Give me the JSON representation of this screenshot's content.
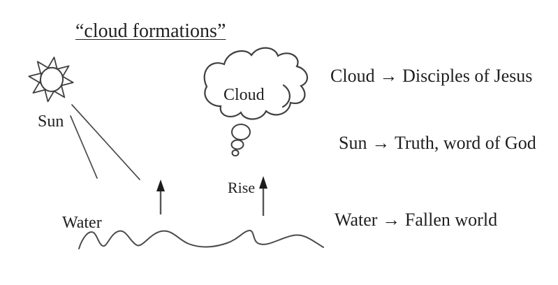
{
  "title": "“cloud formations”",
  "diagram": {
    "sun_label": "Sun",
    "cloud_label": "Cloud",
    "rise_label": "Rise",
    "water_label": "Water"
  },
  "legend": {
    "arrow": "→",
    "items": [
      {
        "symbol": "Cloud",
        "meaning": "Disciples of Jesus"
      },
      {
        "symbol": "Sun",
        "meaning": "Truth, word of God"
      },
      {
        "symbol": "Water",
        "meaning": "Fallen world"
      }
    ]
  },
  "colors": {
    "ink_text": "#1f1f1f",
    "line_stroke": "#3f3f3f",
    "arrow_fill": "#1c1c1c",
    "background": "#ffffff"
  }
}
